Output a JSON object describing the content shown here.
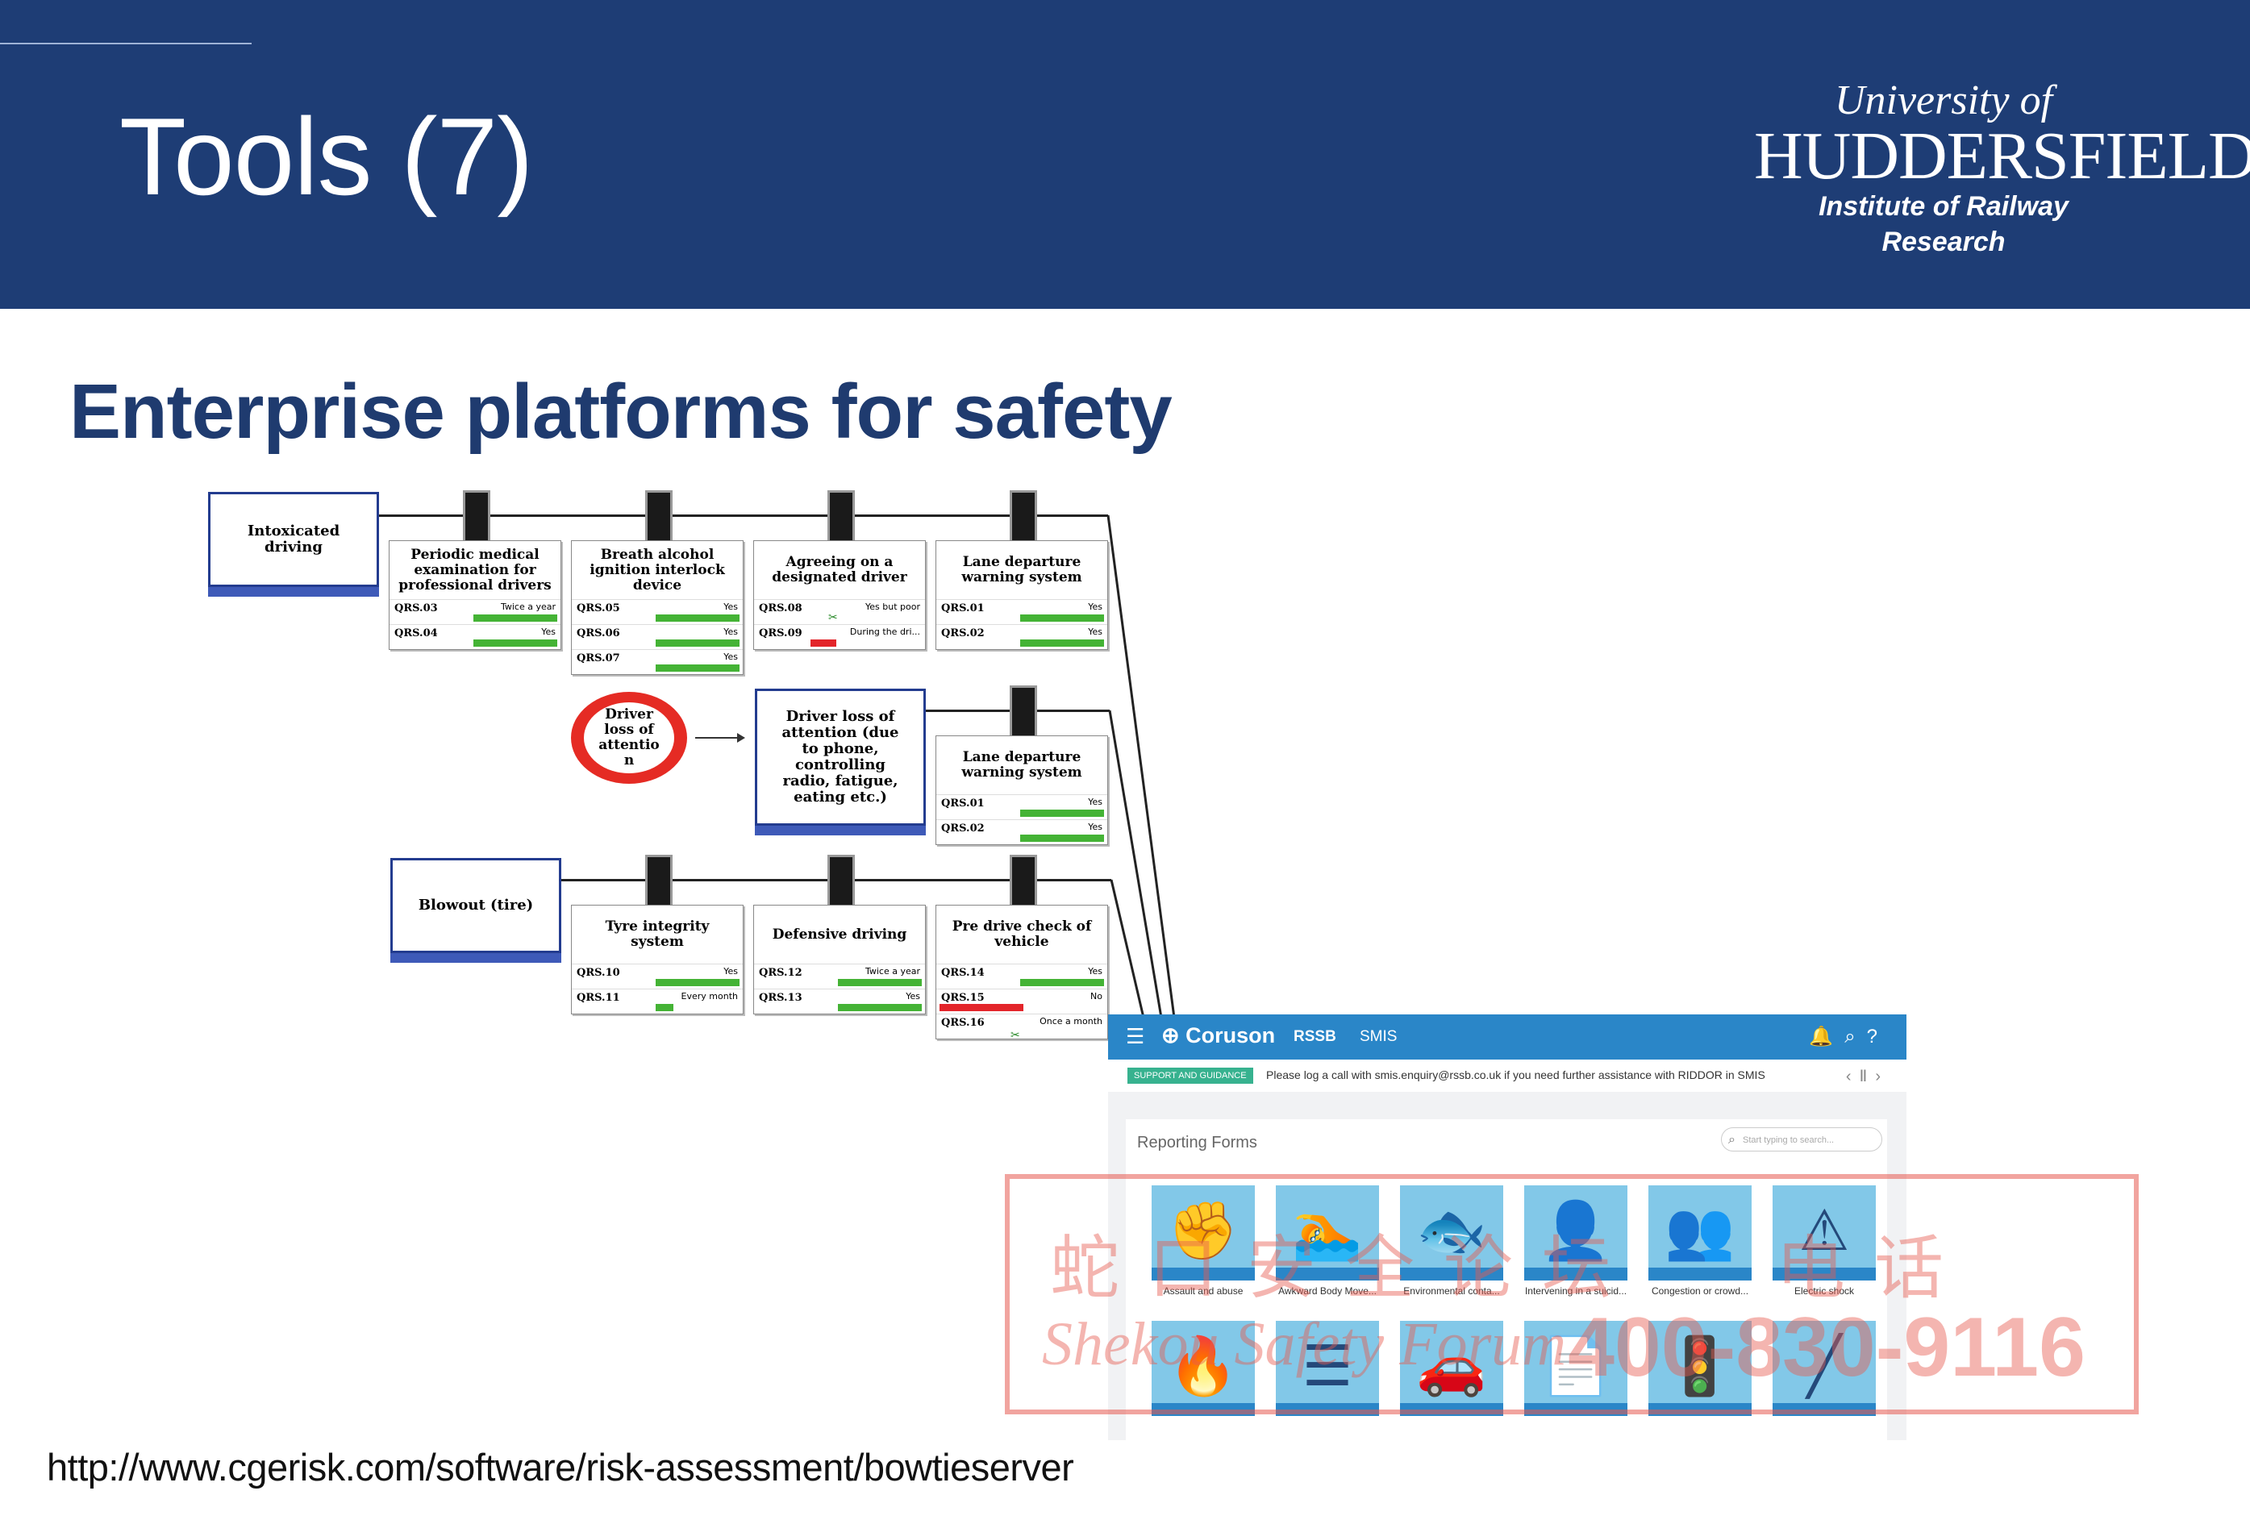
{
  "slide": {
    "title": "Tools (7)",
    "subtitle": "Enterprise platforms for safety",
    "url": "http://www.cgerisk.com/software/risk-assessment/bowtieserver"
  },
  "logo": {
    "line1": "University of",
    "line2": "HUDDERSFIELD",
    "line3": "Institute of Railway Research"
  },
  "colors": {
    "header": "#1e3d75",
    "subtitle": "#1f3b6f",
    "threat_border": "#233c8f",
    "bar_green": "#44b335",
    "bar_red": "#e3252a",
    "smis_blue": "#2a86c8"
  },
  "bowtie": {
    "threats": [
      {
        "label": "Intoxicated driving"
      },
      {
        "label": "Driver loss of attention (due to phone, controlling radio, fatigue, eating etc.)"
      },
      {
        "label": "Blowout (tire)"
      }
    ],
    "cause": {
      "label": "Driver loss of attentio n"
    },
    "barriers": [
      {
        "title": "Periodic medical examination for professional drivers",
        "rows": [
          {
            "id": "QRS.03",
            "value": "Twice a year",
            "bar": 0.9,
            "status": "green"
          },
          {
            "id": "QRS.04",
            "value": "Yes",
            "bar": 0.9,
            "status": "green"
          }
        ]
      },
      {
        "title": "Breath alcohol ignition interlock device",
        "rows": [
          {
            "id": "QRS.05",
            "value": "Yes",
            "bar": 0.9,
            "status": "green"
          },
          {
            "id": "QRS.06",
            "value": "Yes",
            "bar": 0.9,
            "status": "green"
          },
          {
            "id": "QRS.07",
            "value": "Yes",
            "bar": 0.9,
            "status": "green"
          }
        ]
      },
      {
        "title": "Agreeing on a designated driver",
        "rows": [
          {
            "id": "QRS.08",
            "value": "Yes but poor",
            "bar": 0,
            "status": "green"
          },
          {
            "id": "QRS.09",
            "value": "During the dri...",
            "bar": 0.3,
            "status": "red"
          }
        ]
      },
      {
        "title": "Lane departure warning system",
        "rows": [
          {
            "id": "QRS.01",
            "value": "Yes",
            "bar": 0.9,
            "status": "green"
          },
          {
            "id": "QRS.02",
            "value": "Yes",
            "bar": 0.9,
            "status": "green"
          }
        ]
      },
      {
        "title": "Lane departure warning system",
        "rows": [
          {
            "id": "QRS.01",
            "value": "Yes",
            "bar": 0.9,
            "status": "green"
          },
          {
            "id": "QRS.02",
            "value": "Yes",
            "bar": 0.9,
            "status": "green"
          }
        ]
      },
      {
        "title": "Tyre integrity system",
        "rows": [
          {
            "id": "QRS.10",
            "value": "Yes",
            "bar": 0.9,
            "status": "green"
          },
          {
            "id": "QRS.11",
            "value": "Every month",
            "bar": 0.2,
            "status": "green"
          }
        ]
      },
      {
        "title": "Defensive driving",
        "rows": [
          {
            "id": "QRS.12",
            "value": "Twice a year",
            "bar": 0.9,
            "status": "green"
          },
          {
            "id": "QRS.13",
            "value": "Yes",
            "bar": 0.9,
            "status": "green"
          }
        ]
      },
      {
        "title": "Pre drive check of vehicle",
        "rows": [
          {
            "id": "QRS.14",
            "value": "Yes",
            "bar": 0.9,
            "status": "green"
          },
          {
            "id": "QRS.15",
            "value": "No",
            "bar": 0.55,
            "status": "red"
          },
          {
            "id": "QRS.16",
            "value": "Once a month",
            "bar": 0,
            "status": "green"
          }
        ]
      }
    ]
  },
  "smis": {
    "brand": "Coruson",
    "org": "RSSB",
    "app": "SMIS",
    "support_label": "SUPPORT AND GUIDANCE",
    "message": "Please log a call with smis.enquiry@rssb.co.uk if you need further assistance with RIDDOR in SMIS",
    "section": "Reporting Forms",
    "search_placeholder": "Start typing to search...",
    "cards": [
      {
        "label": "Assault and abuse",
        "icon": "fist-icon",
        "glyph": "✊"
      },
      {
        "label": "Awkward Body Move...",
        "icon": "swimmer-icon",
        "glyph": "🏊"
      },
      {
        "label": "Environmental conta...",
        "icon": "fish-icon",
        "glyph": "🐟"
      },
      {
        "label": "Intervening in a suicid...",
        "icon": "person-icon",
        "glyph": "👤"
      },
      {
        "label": "Congestion or crowd...",
        "icon": "crowd-icon",
        "glyph": "👥"
      },
      {
        "label": "Electric shock",
        "icon": "electric-warning-icon",
        "glyph": "⚠"
      },
      {
        "label": "",
        "icon": "fire-warning-icon",
        "glyph": "🔥"
      },
      {
        "label": "",
        "icon": "track-icon",
        "glyph": "☰"
      },
      {
        "label": "",
        "icon": "level-crossing-icon",
        "glyph": "🚗"
      },
      {
        "label": "",
        "icon": "document-icon",
        "glyph": "📄"
      },
      {
        "label": "",
        "icon": "signal-icon",
        "glyph": "🚦"
      },
      {
        "label": "",
        "icon": "baton-icon",
        "glyph": "╱"
      }
    ]
  },
  "watermark": {
    "cn_left": "蛇口安全论坛",
    "cn_right": "电话",
    "en": "Shekou Safety Forum",
    "phone": "400-830-9116"
  }
}
